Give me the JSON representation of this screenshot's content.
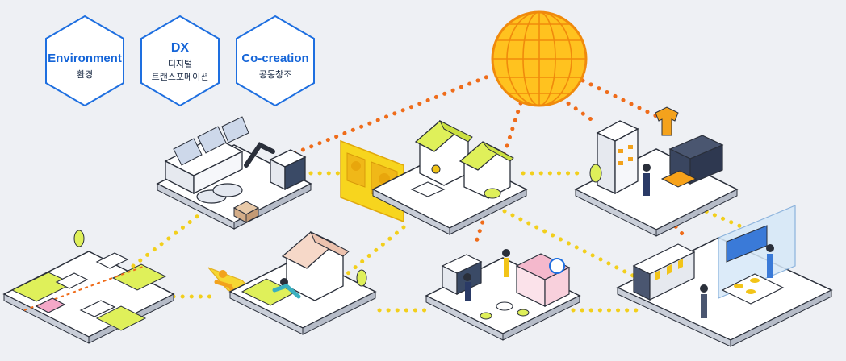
{
  "badges": [
    {
      "title": "Environment",
      "subtitle": [
        "환경"
      ]
    },
    {
      "title": "DX",
      "subtitle": [
        "디지털",
        "트랜스포메이션"
      ]
    },
    {
      "title": "Co-creation",
      "subtitle": [
        "공동창조"
      ]
    }
  ],
  "colors": {
    "background": "#eef0f4",
    "badge_border": "#1e6fe0",
    "badge_title": "#1565d8",
    "badge_sub": "#1a2a44",
    "orange_link": "#ef6c1a",
    "yellow_link": "#f2cf1c",
    "globe_fill": "#ffc21f",
    "globe_stroke": "#f08a0c",
    "tile_top": "#ffffff",
    "tile_side": "#c9ced8",
    "lime_accent": "#dff05a",
    "yellow_panel": "#f7d51e"
  },
  "icons": [
    "globe-icon",
    "factory-icon",
    "residential-house-icon",
    "retail-shop-icon",
    "office-tower-icon",
    "smart-traffic-icon",
    "home-exercise-icon",
    "store-display-icon"
  ]
}
